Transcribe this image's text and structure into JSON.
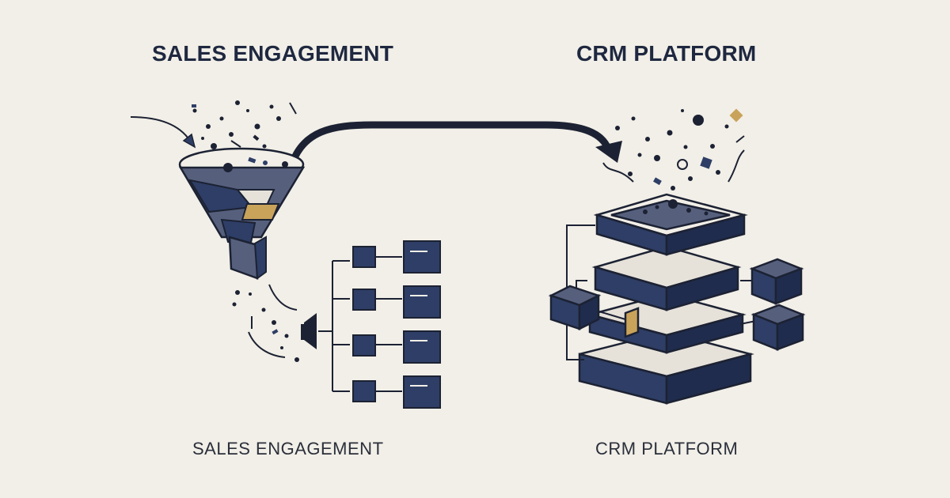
{
  "titles": {
    "left": "SALES ENGAGEMENT",
    "right": "CRM PLATFORM"
  },
  "captions": {
    "left": "SALES ENGAGEMENT",
    "right": "CRM PLATFORM"
  },
  "colors": {
    "background": "#f2efe8",
    "navy": "#2e3e66",
    "dark": "#1c2233",
    "slate": "#56607d",
    "gold": "#c9a35a"
  },
  "icons": [
    "funnel-icon",
    "flow-arrow-icon",
    "list-tree-icon",
    "stacked-database-icon",
    "cube-icon"
  ]
}
